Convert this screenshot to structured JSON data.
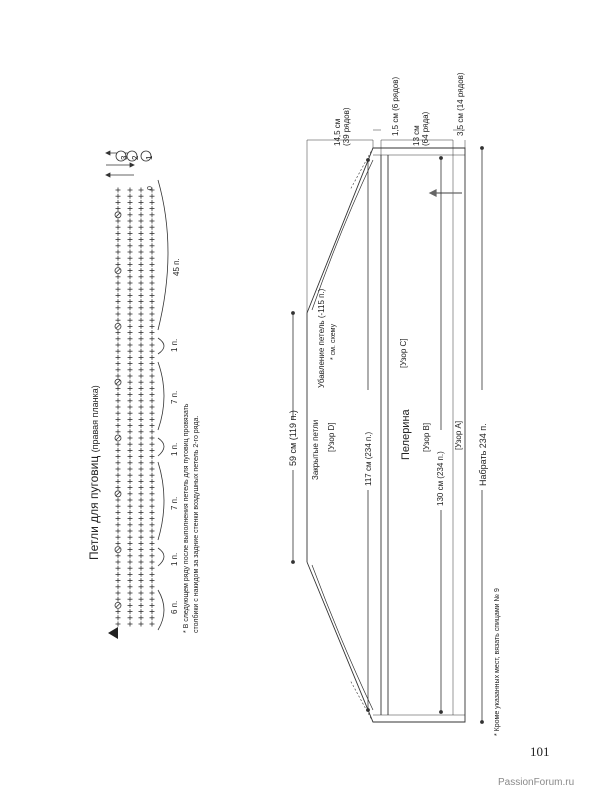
{
  "buttonhole": {
    "title": "Петли для пуговиц",
    "title_suffix": "(правая планка)",
    "counts": {
      "six": "6 п.",
      "one_a": "1 п.",
      "seven_a": "7 п.",
      "one_b": "1 п.",
      "seven_b": "7 п.",
      "one_c": "1 п.",
      "forty_five": "45 п."
    },
    "row_numbers": [
      "1",
      "2",
      "3"
    ],
    "row_zero": "0",
    "note_line1": "* В следующем ряду после выполнения петель для пуговиц провязать",
    "note_line2": "столбики с накидом за задние стенки воздушных петель 2-го ряда."
  },
  "scheme": {
    "top_width": "59 см (119 п.)",
    "bind_off": "Закрытые петли",
    "pattern_d": "[Узор D]",
    "mid_stitches_top": "117 см (234 п.)",
    "decrease": "Убавление петель (-115 п.)",
    "decrease_note": "* см. схему",
    "pelerine": "Пелерина",
    "pattern_c": "[Узор C]",
    "pattern_b": "[Узор B]",
    "bottom_width": "130 см (234 п.)",
    "pattern_a": "[Узор A]",
    "cast_on": "Набрать 234 п.",
    "height_top": "14,5 см",
    "height_top_rows": "(39 рядов)",
    "band_top": "1,5 см (6 рядов)",
    "height_mid": "13 см",
    "height_mid_rows": "(64 ряда)",
    "band_bottom": "3,5 см (14 рядов)",
    "needles_note": "* Кроме указанных мест, вязать спицами № 9"
  },
  "footer": {
    "page_number": "101",
    "watermark": "PassionForum.ru"
  }
}
